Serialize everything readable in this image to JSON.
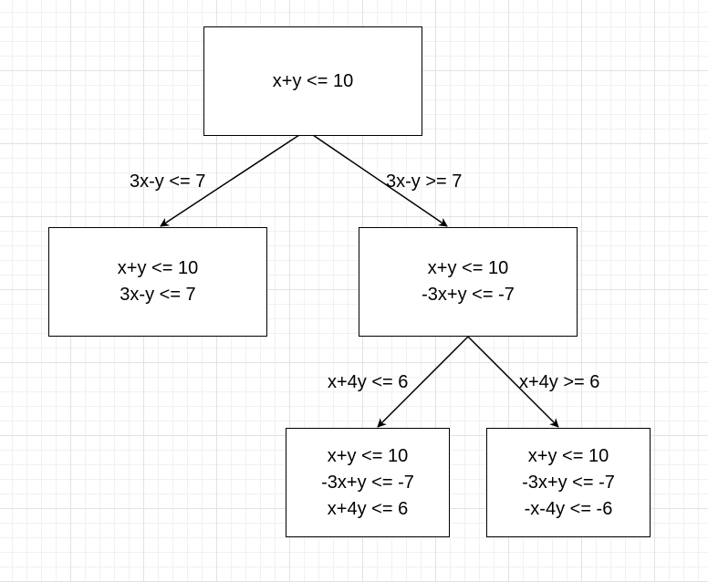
{
  "nodes": {
    "root": {
      "lines": [
        "x+y <= 10"
      ]
    },
    "left": {
      "lines": [
        "x+y <= 10",
        "3x-y <= 7"
      ]
    },
    "right": {
      "lines": [
        "x+y <= 10",
        "-3x+y <= -7"
      ]
    },
    "right_left": {
      "lines": [
        "x+y <= 10",
        "-3x+y <= -7",
        "x+4y <= 6"
      ]
    },
    "right_right": {
      "lines": [
        "x+y <= 10",
        "-3x+y <= -7",
        "-x-4y <= -6"
      ]
    }
  },
  "edges": {
    "root_left": "3x-y <= 7",
    "root_right": "3x-y >= 7",
    "right_left": "x+4y <= 6",
    "right_right": "x+4y >= 6"
  }
}
